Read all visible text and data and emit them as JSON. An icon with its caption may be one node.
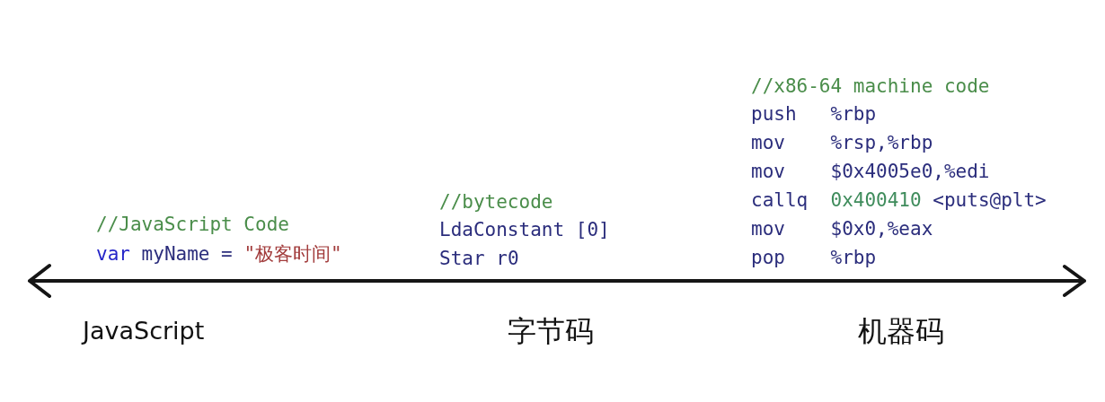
{
  "diagram": {
    "labels": [
      "//JavaScript Code",
      "var myName = \"极客时间\"",
      "//bytecode",
      "LdaConstant [0]",
      "Star r0",
      "//x86-64 machine code",
      "push %rbp",
      "mov %rsp,%rbp",
      "mov $0x4005e0,%edi",
      "callq 0x400410 <puts@plt>",
      "mov $0x0,%eax",
      "pop %rbp",
      "JavaScript",
      "字节码",
      "机器码"
    ]
  }
}
